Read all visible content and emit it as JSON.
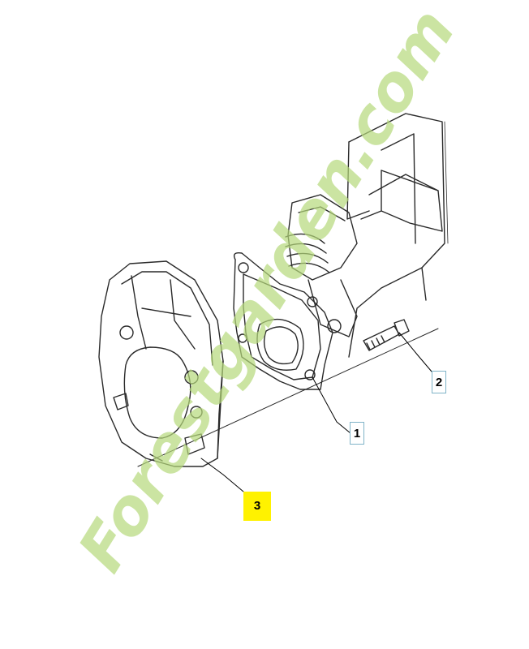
{
  "callouts": [
    {
      "label": "1"
    },
    {
      "label": "2"
    },
    {
      "label": "3",
      "highlight": "#fff200"
    }
  ],
  "watermark": {
    "text": "Forestgarden.com",
    "color": "#b5d87a"
  },
  "colors": {
    "line": "#2a2a2a",
    "leader": "#000000",
    "callout_border": "#7fb3c8",
    "highlight": "#fff200"
  }
}
